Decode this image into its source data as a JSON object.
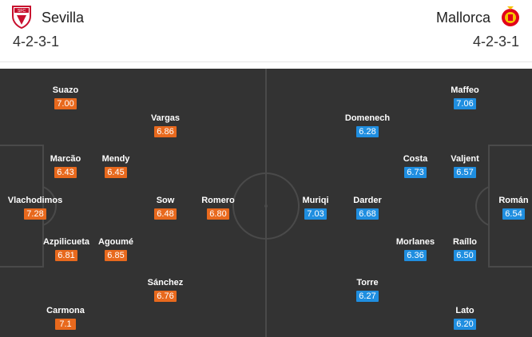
{
  "home": {
    "name": "Sevilla",
    "formation": "4-2-3-1",
    "accent": "#e8691d",
    "players": [
      {
        "name": "Suazo",
        "rating": "7.00"
      },
      {
        "name": "Vargas",
        "rating": "6.86"
      },
      {
        "name": "Marcão",
        "rating": "6.43"
      },
      {
        "name": "Mendy",
        "rating": "6.45"
      },
      {
        "name": "Vlachodimos",
        "rating": "7.28"
      },
      {
        "name": "Sow",
        "rating": "6.48"
      },
      {
        "name": "Romero",
        "rating": "6.80"
      },
      {
        "name": "Azpilicueta",
        "rating": "6.81"
      },
      {
        "name": "Agoumé",
        "rating": "6.85"
      },
      {
        "name": "Sánchez",
        "rating": "6.76"
      },
      {
        "name": "Carmona",
        "rating": "7.1"
      }
    ]
  },
  "away": {
    "name": "Mallorca",
    "formation": "4-2-3-1",
    "accent": "#1f8ee0",
    "players": [
      {
        "name": "Maffeo",
        "rating": "7.06"
      },
      {
        "name": "Domenech",
        "rating": "6.28"
      },
      {
        "name": "Costa",
        "rating": "6.73"
      },
      {
        "name": "Valjent",
        "rating": "6.57"
      },
      {
        "name": "Muriqi",
        "rating": "7.03"
      },
      {
        "name": "Darder",
        "rating": "6.68"
      },
      {
        "name": "Román",
        "rating": "6.54"
      },
      {
        "name": "Morlanes",
        "rating": "6.36"
      },
      {
        "name": "Raíllo",
        "rating": "6.50"
      },
      {
        "name": "Torre",
        "rating": "6.27"
      },
      {
        "name": "Lato",
        "rating": "6.20"
      }
    ]
  }
}
